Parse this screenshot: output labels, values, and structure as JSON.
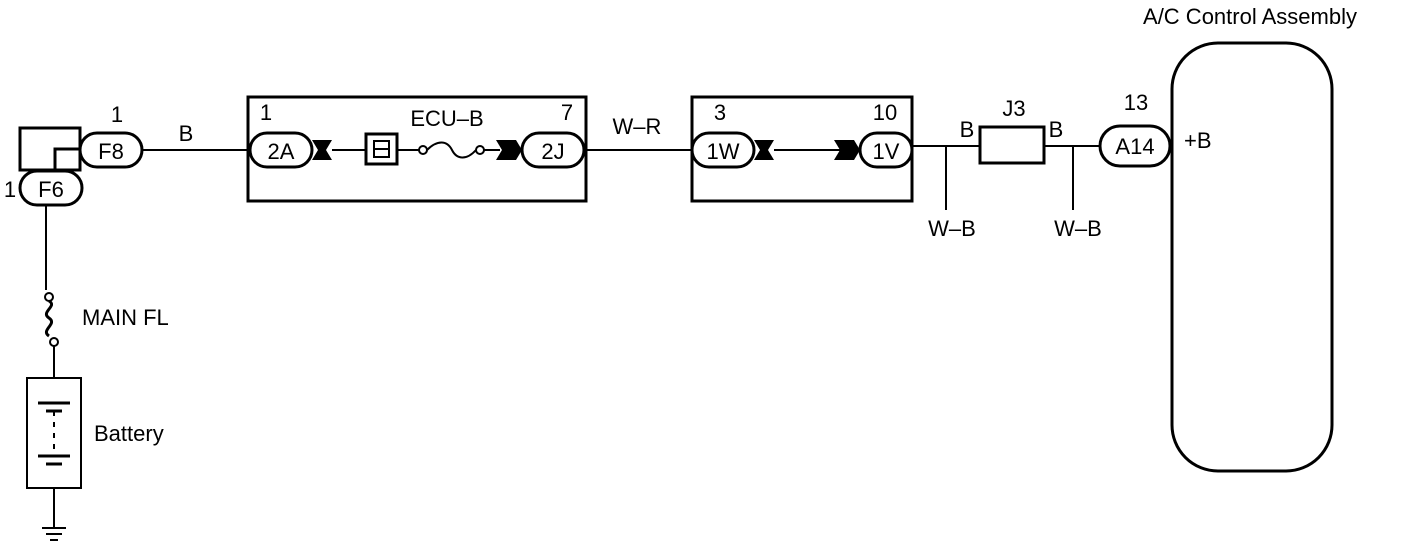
{
  "title": "A/C Control Assembly",
  "terminal_plus_b": "+B",
  "connectors": {
    "f6": {
      "label": "F6",
      "pin": "1"
    },
    "f8": {
      "label": "F8",
      "pin": "1"
    },
    "c2a": {
      "label": "2A",
      "pin": "1"
    },
    "c2j": {
      "label": "2J",
      "pin": "7"
    },
    "c1w": {
      "label": "1W",
      "pin": "3"
    },
    "c1v": {
      "label": "1V",
      "pin": "10"
    },
    "a14": {
      "label": "A14",
      "pin": "13"
    }
  },
  "fuse_ecu_b": "ECU–B",
  "junction_j3": "J3",
  "fusible_link": "MAIN FL",
  "battery": "Battery",
  "wires": {
    "f8_to_2a": "B",
    "2j_to_1w": "W–R",
    "1v_to_j3": "B",
    "j3_to_a14": "B",
    "ground_1": "W–B",
    "ground_2": "W–B"
  }
}
